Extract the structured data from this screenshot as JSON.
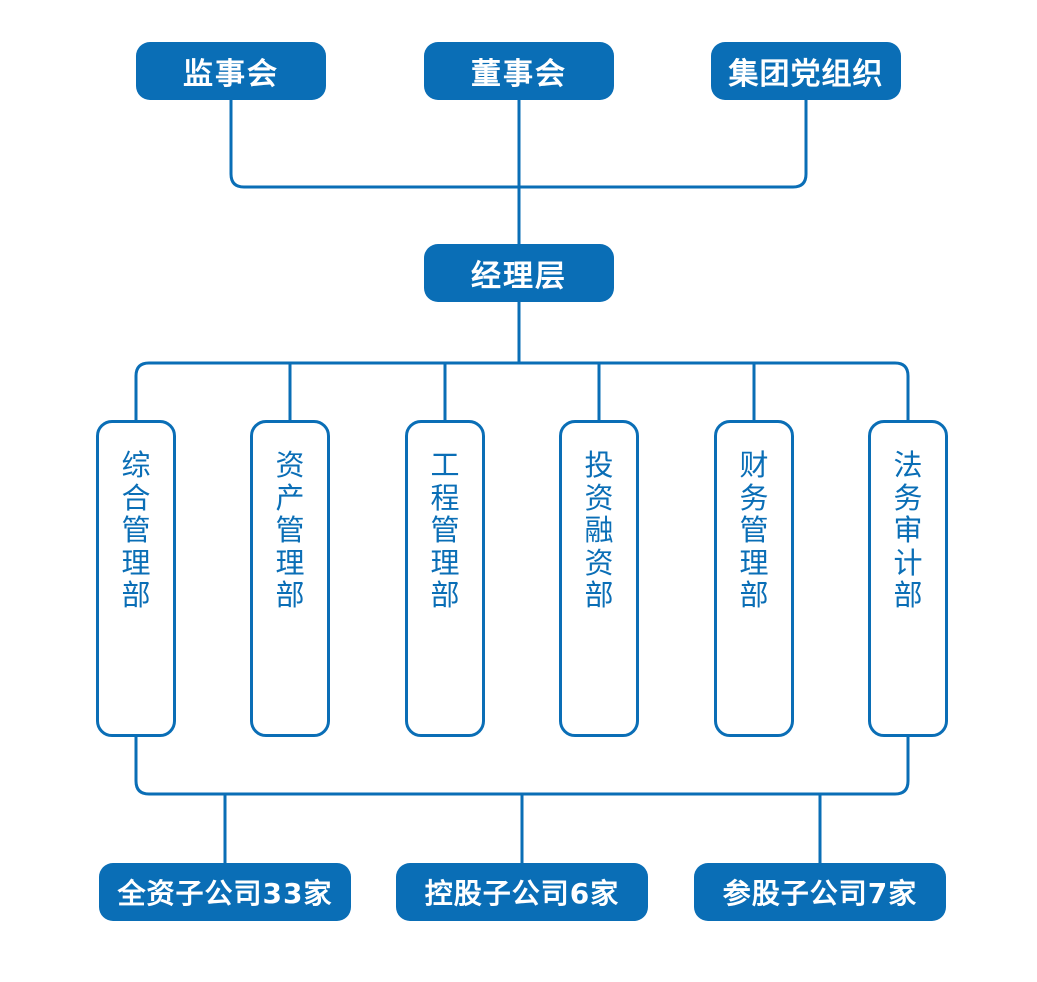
{
  "top": {
    "supervisory_board": "监事会",
    "board_of_directors": "董事会",
    "party_organization": "集团党组织"
  },
  "management": {
    "label": "经理层"
  },
  "departments": [
    {
      "label": "综合管理部"
    },
    {
      "label": "资产管理部"
    },
    {
      "label": "工程管理部"
    },
    {
      "label": "投资融资部"
    },
    {
      "label": "财务管理部"
    },
    {
      "label": "法务审计部"
    }
  ],
  "subsidiaries": {
    "wholly_owned": "全资子公司33家",
    "holding": "控股子公司6家",
    "participating": "参股子公司7家"
  },
  "colors": {
    "primary": "#0a6eb6",
    "background": "#ffffff"
  }
}
